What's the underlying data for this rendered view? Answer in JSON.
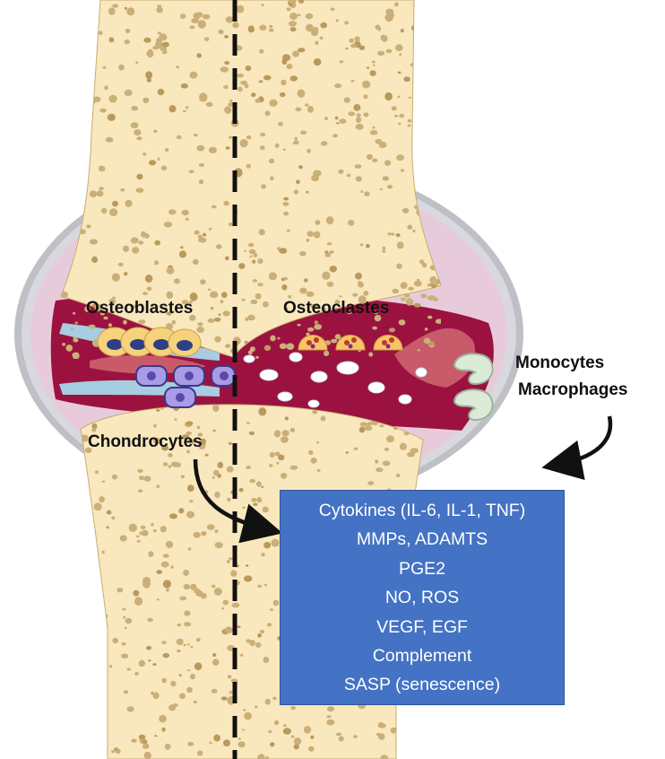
{
  "labels": {
    "osteoblasts": "Osteoblastes",
    "osteoclasts": "Osteoclastes",
    "chondrocytes": "Chondrocytes",
    "monocytes": "Monocytes",
    "macrophages": "Macrophages"
  },
  "factors": [
    "Cytokines (IL-6, IL-1, TNF)",
    "MMPs, ADAMTS",
    "PGE2",
    "NO, ROS",
    "VEGF, EGF",
    "Complement",
    "SASP (senescence)"
  ],
  "colors": {
    "bone": "#f9e7be",
    "bone_pore": "#cbaf78",
    "synovium": "#9b1240",
    "capsule": "#e8cbdb",
    "cartilage": "#a6cde0",
    "factor_box": "#4472c4",
    "osteoblast": "#f6d27a",
    "osteoclast": "#f6c469",
    "chondrocyte": "#a99be6",
    "macrophage": "#dcebd8"
  },
  "icons": [
    "osteoblast-cell-icon",
    "osteoclast-cell-icon",
    "chondrocyte-cell-icon",
    "macrophage-cell-icon",
    "arrow-icon"
  ]
}
